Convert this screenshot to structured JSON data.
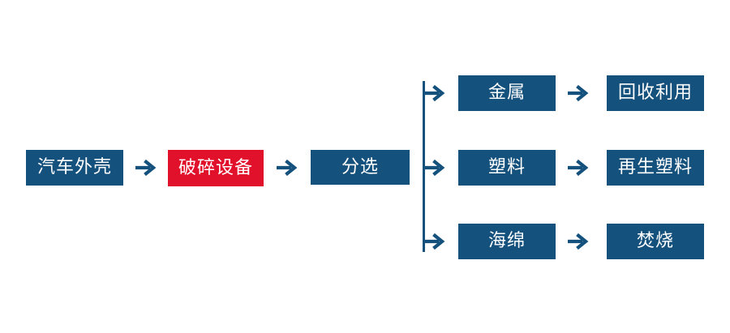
{
  "colors": {
    "node_blue": "#15517d",
    "node_red": "#e1112b",
    "arrow_blue": "#15517d",
    "text_white": "#ffffff",
    "background": "#ffffff"
  },
  "diagram": {
    "nodes": {
      "source": "汽车外壳",
      "process": "破碎设备",
      "sorter": "分选"
    },
    "branches": [
      {
        "material": "金属",
        "result": "回收利用"
      },
      {
        "material": "塑料",
        "result": "再生塑料"
      },
      {
        "material": "海绵",
        "result": "焚烧"
      }
    ]
  }
}
